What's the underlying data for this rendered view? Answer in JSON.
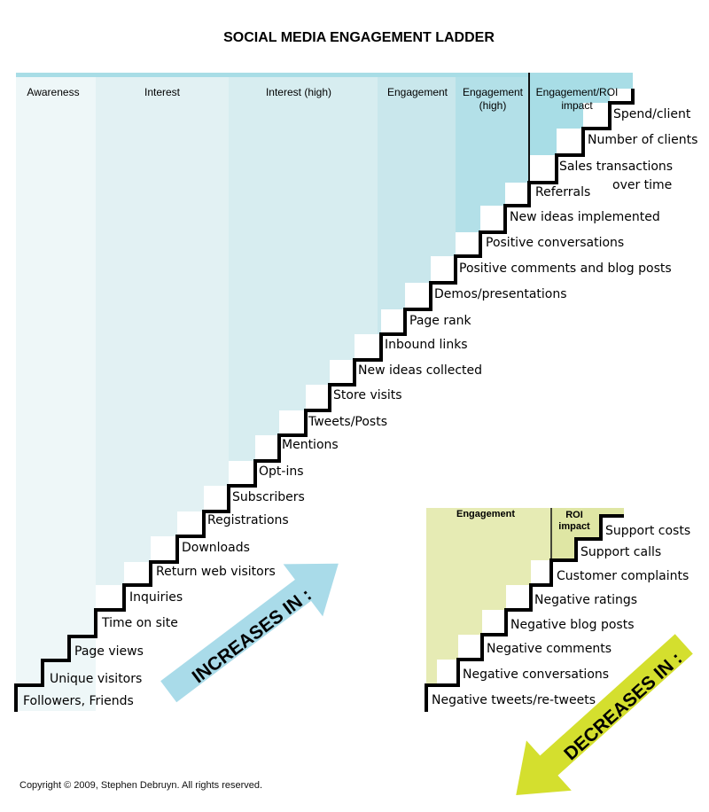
{
  "title": "SOCIAL MEDIA ENGAGEMENT LADDER",
  "colors": {
    "awareness": "#eef7f8",
    "interest": "#e2f1f3",
    "interest_high": "#d7edf0",
    "engagement": "#c9e7ec",
    "engagement_high": "#b3e0e8",
    "roi": "#a8dde6",
    "top_band": "#a8dde6",
    "up_arrow": "#a9dbe9",
    "engagement_neg": "#e6ebb4",
    "roi_neg": "#dfe6a4",
    "down_arrow": "#d4df2e",
    "stairs": "#000000"
  },
  "increase": {
    "columns": [
      {
        "label": "Awareness"
      },
      {
        "label": "Interest"
      },
      {
        "label": "Interest (high)"
      },
      {
        "label": "Engagement"
      },
      {
        "label": "Engagement",
        "label2": "(high)"
      },
      {
        "label": "Engagement/ROI",
        "label2": "impact"
      }
    ],
    "steps": [
      "Followers,  Friends",
      "Unique visitors",
      "Page views",
      "Time on site",
      "Inquiries",
      "Return web visitors",
      "Downloads",
      "Registrations",
      "Subscribers",
      "Opt-ins",
      "Mentions",
      "Tweets/Posts",
      "Store visits",
      "New ideas collected",
      "Inbound links",
      "Page rank",
      "Demos/presentations",
      "Positive comments and blog posts",
      "Positive conversations",
      "New ideas implemented",
      "Referrals",
      "Sales transactions",
      "over time",
      "Number of clients",
      "Spend/client"
    ],
    "arrow_label": "INCREASES IN :"
  },
  "decrease": {
    "columns": [
      {
        "label": "Engagement"
      },
      {
        "label": "ROI",
        "label2": "impact"
      }
    ],
    "steps": [
      "Negative tweets/re-tweets",
      "Negative conversations",
      "Negative comments",
      "Negative blog posts",
      "Negative ratings",
      "Customer complaints",
      "Support calls",
      "Support costs"
    ],
    "arrow_label": "DECREASES IN :"
  },
  "copyright": "Copyright © 2009, Stephen Debruyn. All rights reserved."
}
